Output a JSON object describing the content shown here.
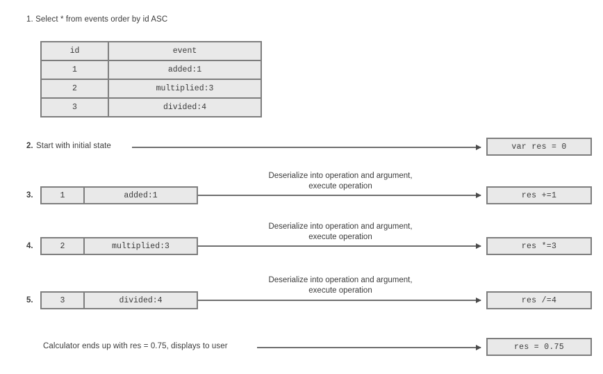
{
  "diagram": {
    "title_step1": "1. Select * from events order by id ASC",
    "events_table": {
      "columns": [
        "id",
        "event"
      ],
      "rows": [
        {
          "id": "1",
          "event": "added:1"
        },
        {
          "id": "2",
          "event": "multiplied:3"
        },
        {
          "id": "3",
          "event": "divided:4"
        }
      ]
    },
    "step2": {
      "num": "2.",
      "label": "Start with initial state",
      "result": "var res = 0"
    },
    "steps": [
      {
        "num": "3.",
        "id": "1",
        "event": "added:1",
        "caption_line1": "Deserialize into operation and argument,",
        "caption_line2": "execute operation",
        "result": "res +=1"
      },
      {
        "num": "4.",
        "id": "2",
        "event": "multiplied:3",
        "caption_line1": "Deserialize into operation and argument,",
        "caption_line2": "execute operation",
        "result": "res *=3"
      },
      {
        "num": "5.",
        "id": "3",
        "event": "divided:4",
        "caption_line1": "Deserialize into operation and argument,",
        "caption_line2": "execute operation",
        "result": "res /=4"
      }
    ],
    "final": {
      "label": "Calculator ends up with res = 0.75, displays to user",
      "result": "res = 0.75"
    },
    "colors": {
      "box_fill": "#e9e9e9",
      "box_border": "#7d7d7d",
      "line": "#6e6e6e",
      "text": "#3b3b3b",
      "background": "#ffffff"
    }
  }
}
